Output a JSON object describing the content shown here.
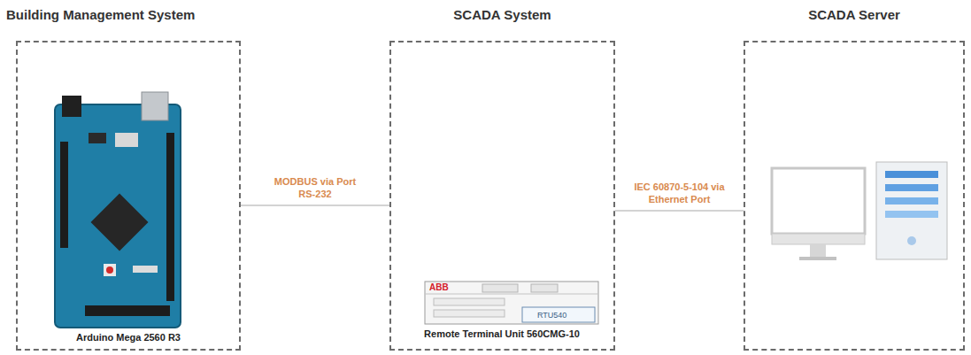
{
  "diagram": {
    "nodes": [
      {
        "text": [
          "Building Management System",
          "Arduino Mega 2560 R3"
        ]
      },
      {
        "text": [
          "SCADA System",
          "Remote Terminal Unit 560CMG-10"
        ]
      },
      {
        "text": [
          "SCADA Server"
        ]
      }
    ],
    "edges": [
      {
        "from": 0,
        "to": 1,
        "arrow": "none",
        "label": "MODBUS via Port RS-232"
      },
      {
        "from": 1,
        "to": 2,
        "arrow": "none",
        "label": "IEC 60870-5-104 via Ethernet Port"
      }
    ],
    "labels": [
      "ABB",
      "RTU540"
    ]
  }
}
